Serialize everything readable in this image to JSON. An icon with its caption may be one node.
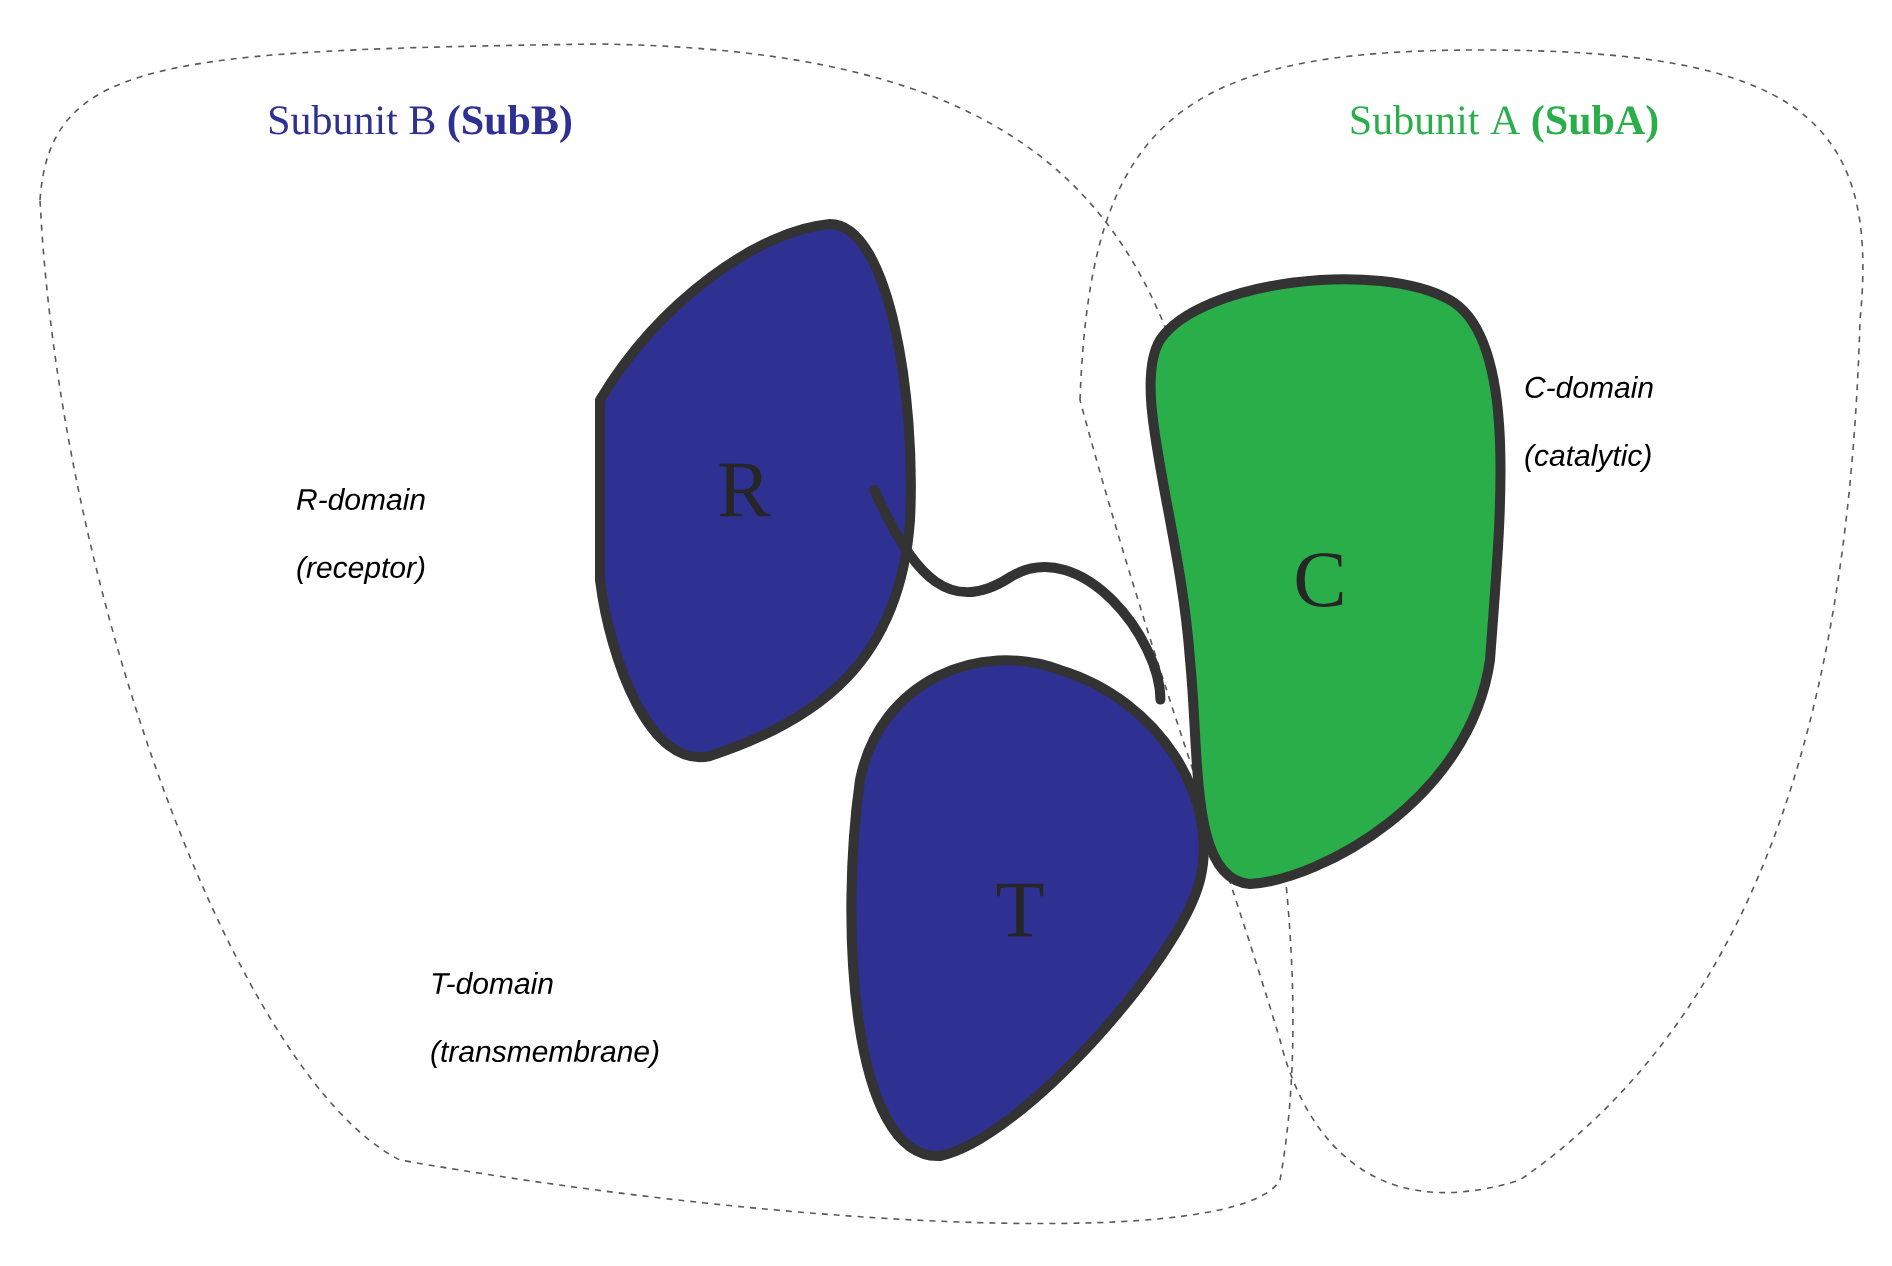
{
  "diagram": {
    "nodes": [
      {
        "text": [
          "Subunit B **(SubB)**"
        ]
      },
      {
        "text": [
          "Subunit A **(SubA)**"
        ]
      },
      {
        "text": [
          "R"
        ],
        "in": 0
      },
      {
        "text": [
          "T"
        ],
        "in": 0
      },
      {
        "text": [
          "C"
        ],
        "in": 1
      }
    ],
    "edges": [
      {
        "from": 2,
        "to": 3,
        "arrow": "none"
      }
    ],
    "labels": [
      "C-domain (catalytic)",
      "R-domain (receptor)",
      "T-domain (transmembrane)"
    ]
  }
}
